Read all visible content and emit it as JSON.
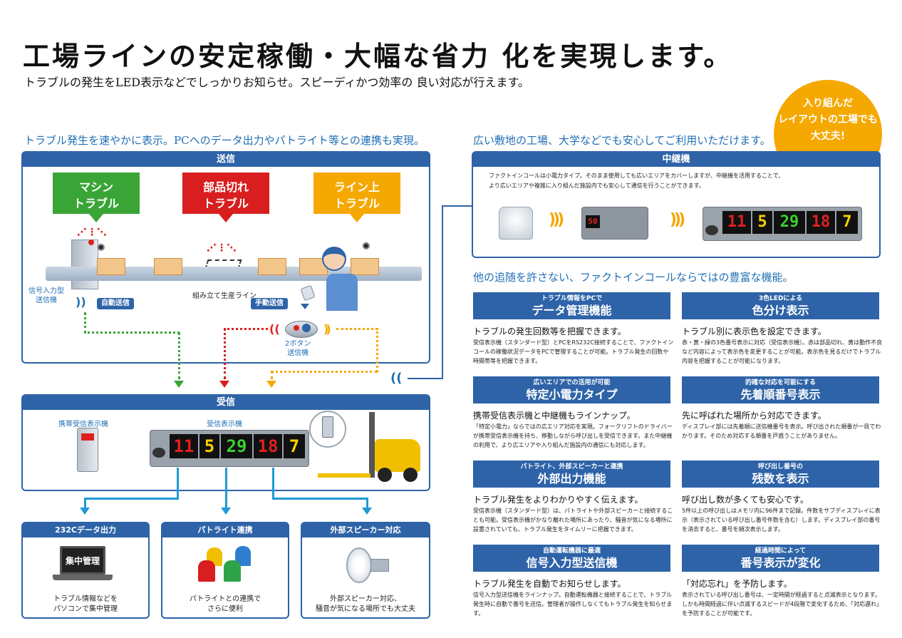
{
  "header": {
    "title": "工場ラインの安定稼働・大幅な省力 化を実現します。",
    "subtitle": "トラブルの発生をLED表示などでしっかりお知らせ。スピーディかつ効率の  良い対応が行えます。"
  },
  "burst": {
    "line1": "入り組んだ",
    "line2": "レイアウトの工場でも",
    "line3": "大丈夫!",
    "color": "#f5a800"
  },
  "left": {
    "section_title": "トラブル発生を速やかに表示。PCへのデータ出力やパトライト等との連携も実現。",
    "send_title": "送信",
    "bubbles": [
      {
        "line1": "マシン",
        "line2": "トラブル",
        "color": "#3aa537"
      },
      {
        "line1": "部品切れ",
        "line2": "トラブル",
        "color": "#d81e1e"
      },
      {
        "line1": "ライン上",
        "line2": "トラブル",
        "color": "#f5a800"
      }
    ],
    "signal_label1": "信号入力型",
    "signal_label2": "送信機",
    "auto_send": "自動送信",
    "line_label": "組み立て生産ライン",
    "manual_send": "手動送信",
    "button_label1": "2ボタン",
    "button_label2": "送信機",
    "receive_title": "受信",
    "portable_label": "携帯受信表示機",
    "display_label": "受信表示機",
    "display_digits": [
      "11",
      "5",
      "29",
      "18",
      "7"
    ],
    "bottom": [
      {
        "title": "232Cデータ出力",
        "screen": "集中管理",
        "line1": "トラブル情報などを",
        "line2": "パソコンで集中管理"
      },
      {
        "title": "パトライト連携",
        "line1": "パトライトとの連携で",
        "line2": "さらに便利"
      },
      {
        "title": "外部スピーカー対応",
        "line1": "外部スピーカー対応、",
        "line2": "騒音が気になる場所でも大丈夫"
      }
    ]
  },
  "right": {
    "section_title": "広い敷地の工場、大学などでも安心してご利用いただけます。",
    "relay_title": "中継機",
    "relay_text1": "ファクトインコールは小電力タイプ。そのまま使用しても広いエリアをカバーしますが、中継機を活用することで、",
    "relay_text2": "より広いエリアや複雑に入り組んだ施設内でも安心して通信を行うことができます。",
    "relay_digits": "50",
    "display_digits": [
      "11",
      "5",
      "29",
      "18",
      "7"
    ],
    "features_title": "他の追随を許さない、ファクトインコールならではの豊富な機能。",
    "features": [
      {
        "sub": "トラブル情報をPCで",
        "main": "データ管理機能",
        "head": "トラブルの発生回数等を把握できます。",
        "body": "受信表示機（スタンダード型）とPCをRS232C接続することで、ファクトインコールの稼働状況データをPCで管理することが可能。トラブル発生の回数や時間帯等を把握できます。"
      },
      {
        "sub": "3色LEDによる",
        "main": "色分け表示",
        "head": "トラブル別に表示色を設定できます。",
        "body": "赤・黄・緑の3色番号表示に対応（受信表示機）。赤は部品切れ、黄は動作不良など内容によって表示色を変更することが可能。表示色を見るだけでトラブル内容を把握することが可能になります。"
      },
      {
        "sub": "広いエリアでの活用が可能",
        "main": "特定小電力タイプ",
        "head": "携帯受信表示機と中継機もラインナップ。",
        "body": "「特定小電力」ならではの広エリア対応を実現。フォークリフトのドライバーが携帯受信表示機を持ち、移動しながら呼び出しを受信できます。また中継機の利用で、より広エリアや入り組んだ施設内の通信にも対応します。"
      },
      {
        "sub": "的確な対応を可能にする",
        "main": "先着順番号表示",
        "head": "先に呼ばれた場所から対応できます。",
        "body": "ディスプレイ部には先着順に送信機番号を表示。呼び出された順番が一目でわかります。そのため対応する順番を戸惑うことがありません。"
      },
      {
        "sub": "パトライト、外部スピーカーと連携",
        "main": "外部出力機能",
        "head": "トラブル発生をよりわかりやすく伝えます。",
        "body": "受信表示機（スタンダード型）は、パトライトや外部スピーカーと接続することも可能。受信表示機がかなり離れた場所にあったり、騒音が気になる場所に設置されていても、トラブル発生をタイムリーに把握できます。"
      },
      {
        "sub": "呼び出し番号の",
        "main": "残数を表示",
        "head": "呼び出し数が多くても安心です。",
        "body": "5件以上の呼び出しはメモリ内に96件まで記録。件数をサブディスプレイに表示（表示されている呼び出し番号件数を含む）します。ディスプレイ部の番号を消去すると、番号を順次表示します。"
      },
      {
        "sub": "自動運転機器に最適",
        "main": "信号入力型送信機",
        "head": "トラブル発生を自動でお知らせします。",
        "body": "信号入力型送信機をラインナップ。自動運転機器と接続することで、トラブル発生時に自動で番号を送信。管理者が操作しなくてもトラブル発生を知らせます。"
      },
      {
        "sub": "経過時間によって",
        "main": "番号表示が変化",
        "head": "「対応忘れ」を予防します。",
        "body": "表示されている呼び出し番号は、一定時間が経過すると点滅表示となります。しかも時間経過に伴い点滅するスピードが4段階で変化するため、「対応遅れ」を予防することが可能です。"
      }
    ]
  },
  "colors": {
    "primary": "#2e63a8",
    "accent": "#f5a800",
    "green": "#3aa537",
    "red": "#d81e1e"
  }
}
